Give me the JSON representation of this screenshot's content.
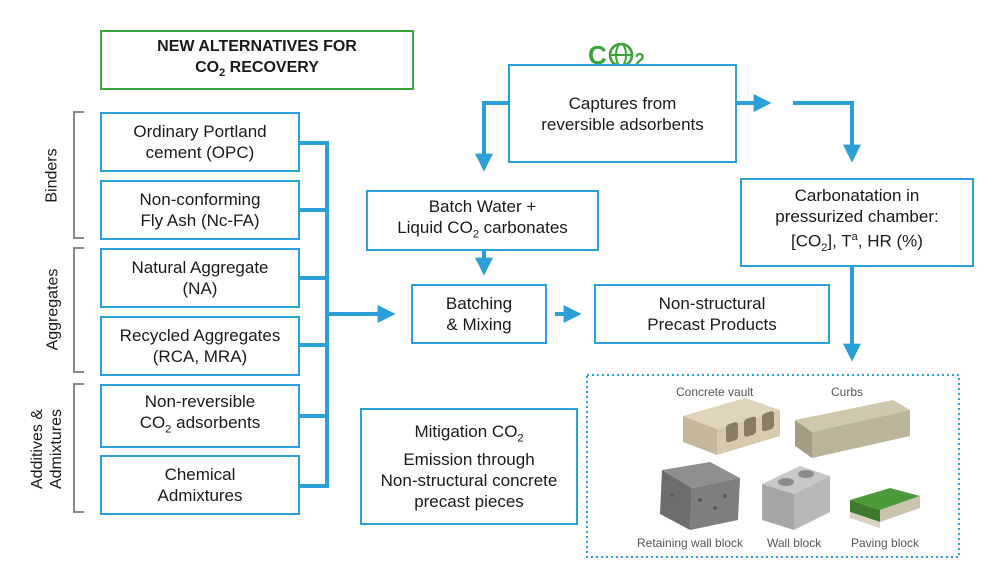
{
  "title": {
    "line1": "NEW ALTERNATIVES FOR",
    "line2_pre": "CO",
    "line2_sub": "2",
    "line2_post": " RECOVERY"
  },
  "co2_logo": {
    "c": "C",
    "sub": "2",
    "icon": "globe-icon"
  },
  "categories": {
    "binders": "Binders",
    "aggregates": "Aggregates",
    "additives_line1": "Additives &",
    "additives_line2": "Admixtures"
  },
  "inputs": {
    "opc": {
      "line1": "Ordinary Portland",
      "line2": "cement (OPC)"
    },
    "ncfa": {
      "line1": "Non-conforming",
      "line2": "Fly Ash (Nc-FA)"
    },
    "na": {
      "line1": "Natural Aggregate",
      "line2": "(NA)"
    },
    "rca": {
      "line1": "Recycled Aggregates",
      "line2": "(RCA, MRA)"
    },
    "adsorbents": {
      "line1": "Non-reversible",
      "line2_pre": "CO",
      "line2_sub": "2",
      "line2_post": " adsorbents"
    },
    "chemical": {
      "line1": "Chemical",
      "line2": "Admixtures"
    }
  },
  "captures": {
    "line1": "Captures from",
    "line2": "reversible adsorbents"
  },
  "batch_water": {
    "line1": "Batch Water +",
    "line2_pre": "Liquid CO",
    "line2_sub": "2",
    "line2_post": " carbonates"
  },
  "batching": {
    "line1": "Batching",
    "line2": "& Mixing"
  },
  "non_structural": {
    "line1": "Non-structural",
    "line2": "Precast Products"
  },
  "carbonatation": {
    "line1": "Carbonatation in",
    "line2": "pressurized chamber:",
    "line3_pre": "[CO",
    "line3_sub": "2",
    "line3_mid": "], T",
    "line3_sup": "a",
    "line3_post": ", HR (%)"
  },
  "mitigation": {
    "line1": "Mitigation CO",
    "line1_sub": "2",
    "line2": "Emission through",
    "line3": "Non-structural concrete",
    "line4": "precast pieces"
  },
  "products": {
    "concrete_vault": "Concrete vault",
    "curbs": "Curbs",
    "retaining_wall": "Retaining wall block",
    "wall_block": "Wall block",
    "paving_block": "Paving block"
  },
  "colors": {
    "accent": "#2a9fd8",
    "title_border": "#3aa33a",
    "bracket": "#8a8a8a"
  }
}
